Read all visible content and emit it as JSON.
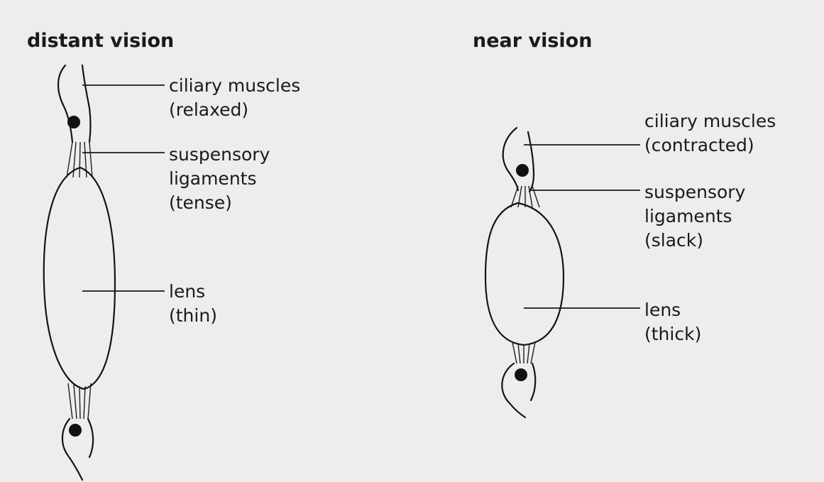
{
  "panels": {
    "distant": {
      "title": "distant vision",
      "labels": {
        "ciliary_muscles": [
          "ciliary muscles",
          "(relaxed)"
        ],
        "suspensory_ligaments": [
          "suspensory",
          "ligaments",
          "(tense)"
        ],
        "lens": [
          "lens",
          "(thin)"
        ]
      }
    },
    "near": {
      "title": "near vision",
      "labels": {
        "ciliary_muscles": [
          "ciliary muscles",
          "(contracted)"
        ],
        "suspensory_ligaments": [
          "suspensory",
          "ligaments",
          "(slack)"
        ],
        "lens": [
          "lens",
          "(thick)"
        ]
      }
    }
  }
}
